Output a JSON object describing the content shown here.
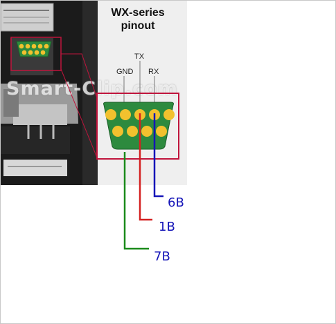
{
  "title": {
    "line1": "WX-series",
    "line2": "pinout"
  },
  "signal_labels": {
    "gnd": "GND",
    "tx": "TX",
    "rx": "RX"
  },
  "watermark": "Smart-Clip.com",
  "wire_labels": {
    "rx": "6B",
    "tx": "1B",
    "gnd": "7B"
  },
  "colors": {
    "connector_pcb": "#2d8a3e",
    "pin_gold": "#f2c12e",
    "highlight_box": "#c0143c",
    "wire_gnd": "#1a8a1a",
    "wire_tx": "#d42020",
    "wire_rx": "#1414b8"
  }
}
